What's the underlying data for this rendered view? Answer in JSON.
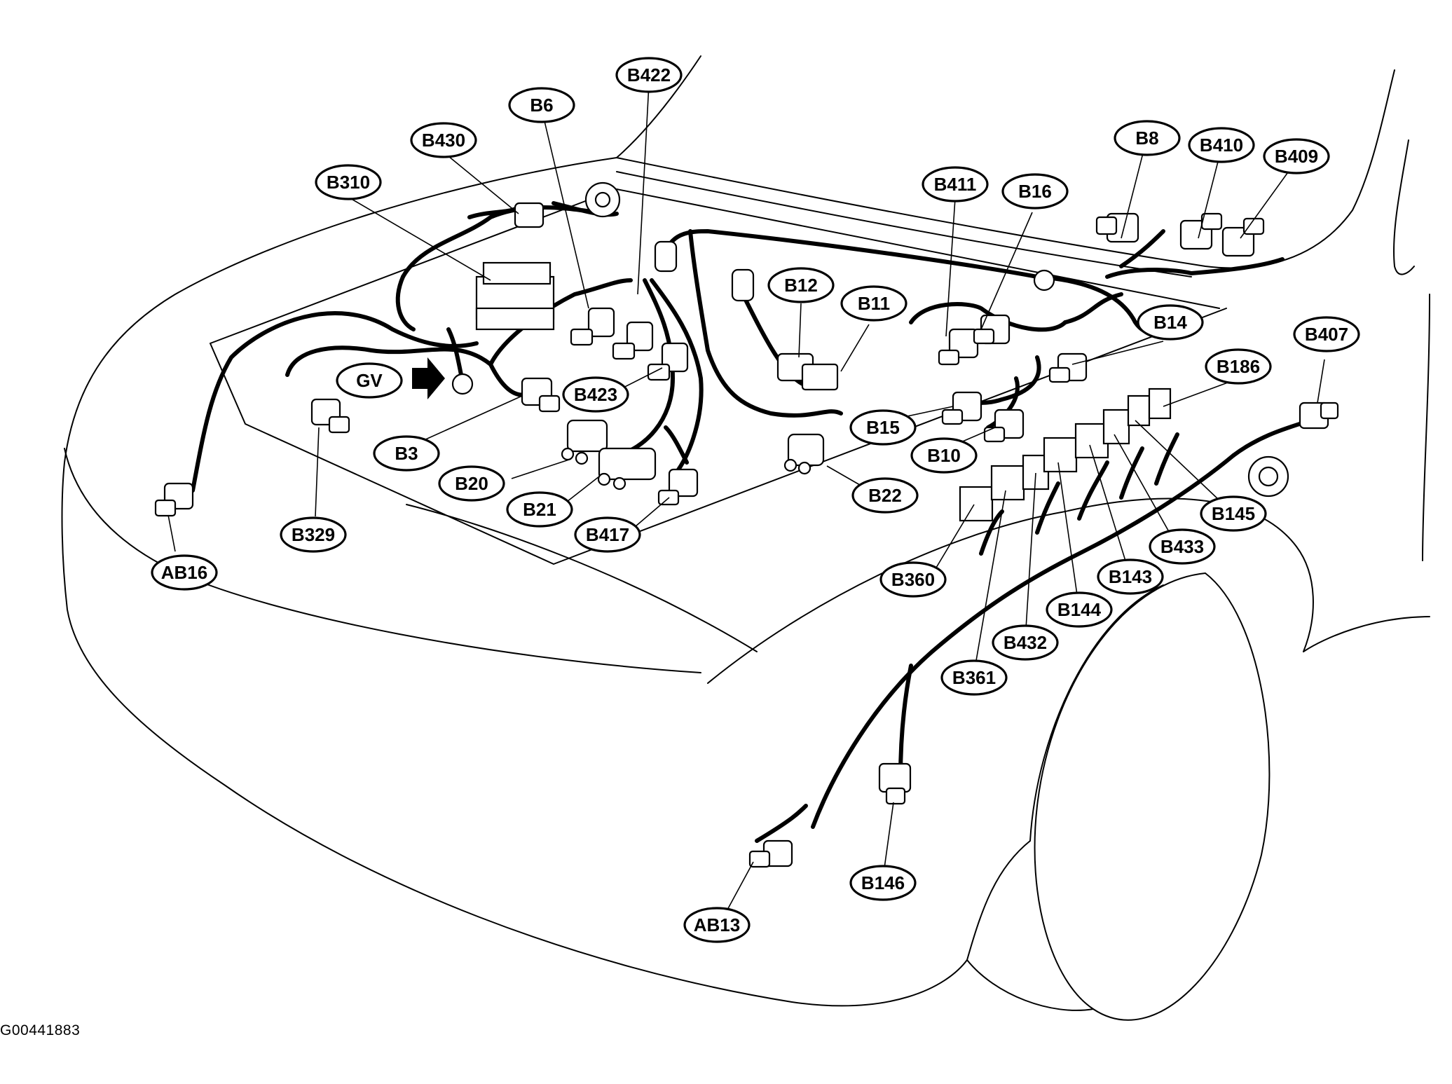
{
  "figure_id": "G00441883",
  "ground_arrow_icon": "arrow-right-icon",
  "connectors": {
    "B422": "B422",
    "B6": "B6",
    "B430": "B430",
    "B310": "B310",
    "GV": "GV",
    "B3": "B3",
    "B423": "B423",
    "B20": "B20",
    "B21": "B21",
    "B417": "B417",
    "B329": "B329",
    "AB16": "AB16",
    "B8": "B8",
    "B410": "B410",
    "B409": "B409",
    "B411": "B411",
    "B16": "B16",
    "B12": "B12",
    "B11": "B11",
    "B14": "B14",
    "B407": "B407",
    "B186": "B186",
    "B15": "B15",
    "B10": "B10",
    "B22": "B22",
    "B145": "B145",
    "B433": "B433",
    "B360": "B360",
    "B143": "B143",
    "B144": "B144",
    "B432": "B432",
    "B361": "B361",
    "B146": "B146",
    "AB13": "AB13"
  }
}
